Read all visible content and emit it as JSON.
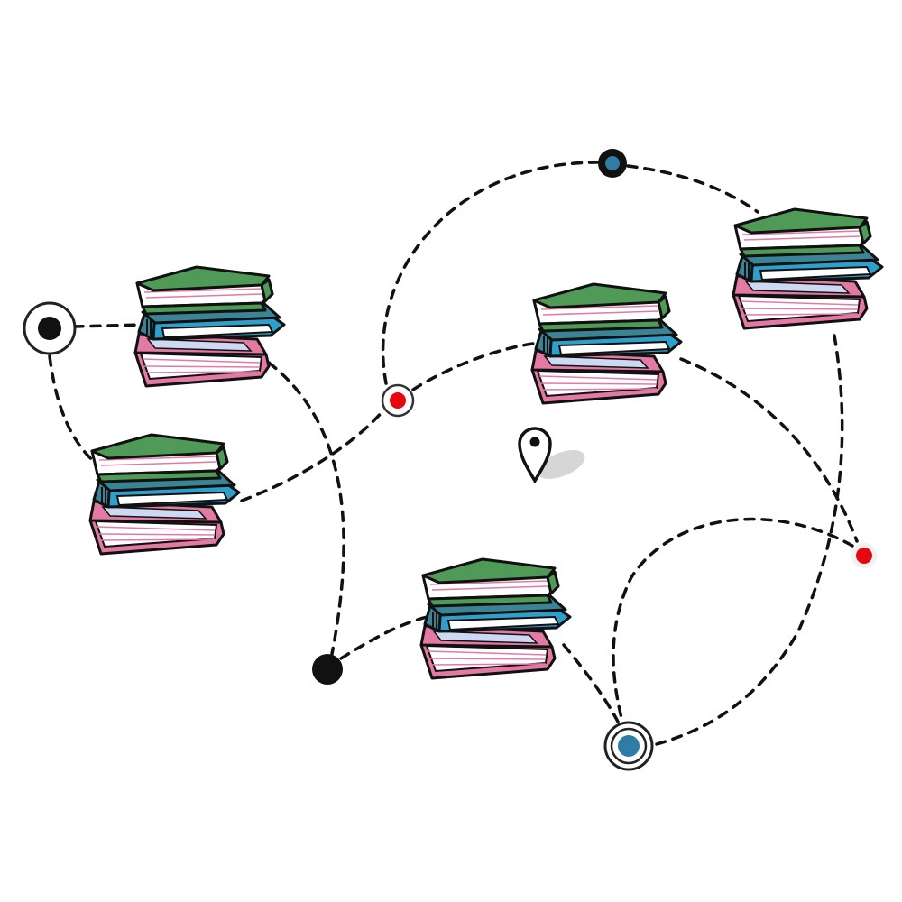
{
  "colors": {
    "book_green": "#4f9a57",
    "book_teal": "#3b8496",
    "book_blue": "#2f9fcb",
    "book_pink": "#e27aa4",
    "pages": "#ffffff",
    "page_tint": "#cdd8f3",
    "ink": "#111111",
    "waypoint_red": "#e4090f",
    "waypoint_blue": "#2f7da7",
    "shadow": "#d6d6d6"
  },
  "icons": {
    "book_stack": "book-stack-icon",
    "location_pin": "location-pin-icon",
    "waypoint": "waypoint-icon"
  },
  "waypoints": [
    {
      "name": "waypoint-black-ring-left",
      "style": "ring",
      "color": "#111111"
    },
    {
      "name": "waypoint-blue-top",
      "style": "dot",
      "color": "#2f7da7"
    },
    {
      "name": "waypoint-red-center",
      "style": "ring",
      "color": "#e4090f"
    },
    {
      "name": "waypoint-red-right",
      "style": "dot",
      "color": "#e4090f"
    },
    {
      "name": "waypoint-black-bottom",
      "style": "solid",
      "color": "#111111"
    },
    {
      "name": "waypoint-blue-target",
      "style": "target",
      "color": "#2f7da7"
    }
  ]
}
